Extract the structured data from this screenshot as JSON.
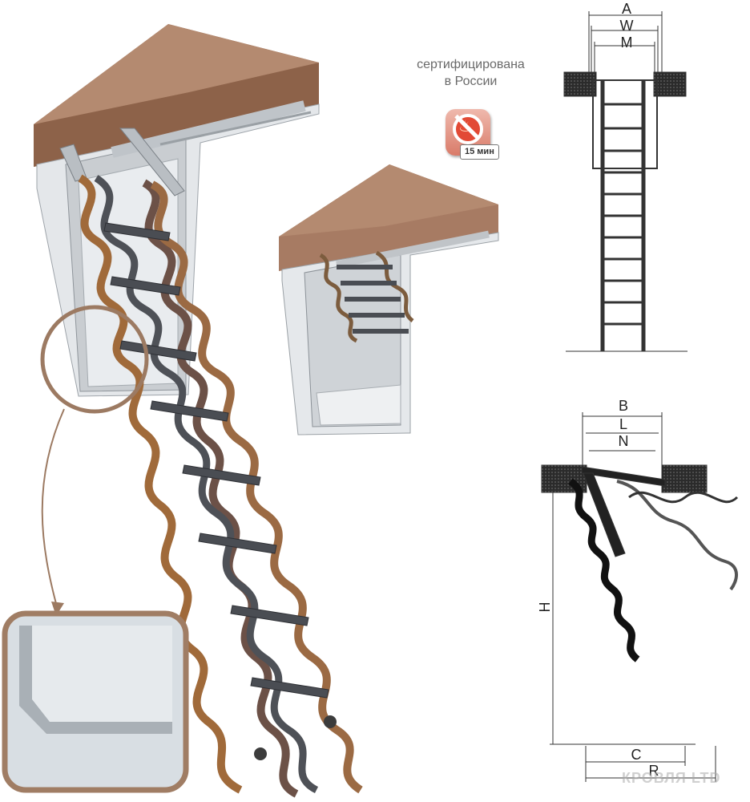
{
  "certification": {
    "line1": "сертифицирована",
    "line2": "в России",
    "badge_icon": "no-fire-icon",
    "badge_time": "15 мин"
  },
  "dimensions": {
    "top_view": [
      "A",
      "W",
      "M"
    ],
    "side_view": [
      "B",
      "L",
      "N"
    ],
    "height": "H",
    "floor": [
      "C",
      "R"
    ]
  },
  "watermark": "КРОВЛЯ LTD",
  "colors": {
    "ceiling_brown": "#a77b63",
    "frame_silver": "#d6dade",
    "ladder_dark": "#3e4147",
    "accent_gold": "#a06a3a",
    "badge_red": "#e24a35"
  }
}
